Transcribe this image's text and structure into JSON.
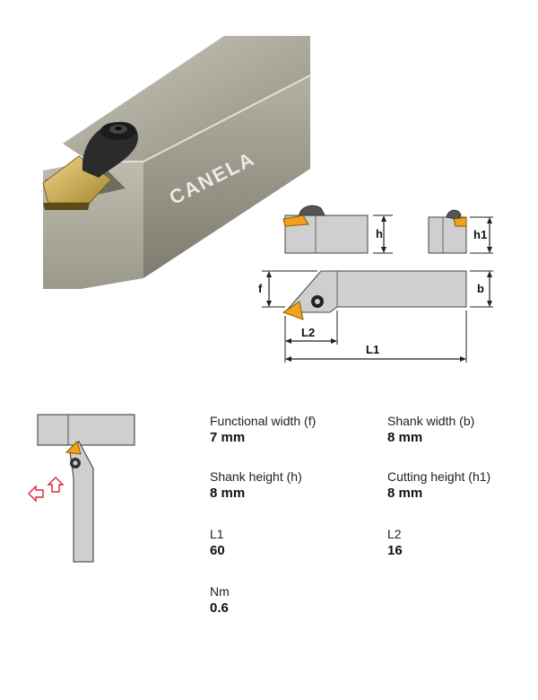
{
  "photo": {
    "brand_text": "CANELA"
  },
  "drawing": {
    "labels": {
      "h": "h",
      "h1": "h1",
      "f": "f",
      "b": "b",
      "L1": "L1",
      "L2": "L2"
    }
  },
  "specs": {
    "functional_width": {
      "label": "Functional width (f)",
      "value": "7 mm"
    },
    "shank_width": {
      "label": "Shank width (b)",
      "value": "8 mm"
    },
    "shank_height": {
      "label": "Shank height (h)",
      "value": "8 mm"
    },
    "cutting_height": {
      "label": "Cutting height (h1)",
      "value": "8 mm"
    },
    "l1": {
      "label": "L1",
      "value": "60"
    },
    "l2": {
      "label": "L2",
      "value": "16"
    },
    "nm": {
      "label": "Nm",
      "value": "0.6"
    }
  },
  "colors": {
    "steel": "#a8a89a",
    "insert_gold": "#c9a64a",
    "insert_orange": "#f0a21c",
    "arrow_red": "#d9263a",
    "drawing_gray": "#cfcfcf"
  }
}
